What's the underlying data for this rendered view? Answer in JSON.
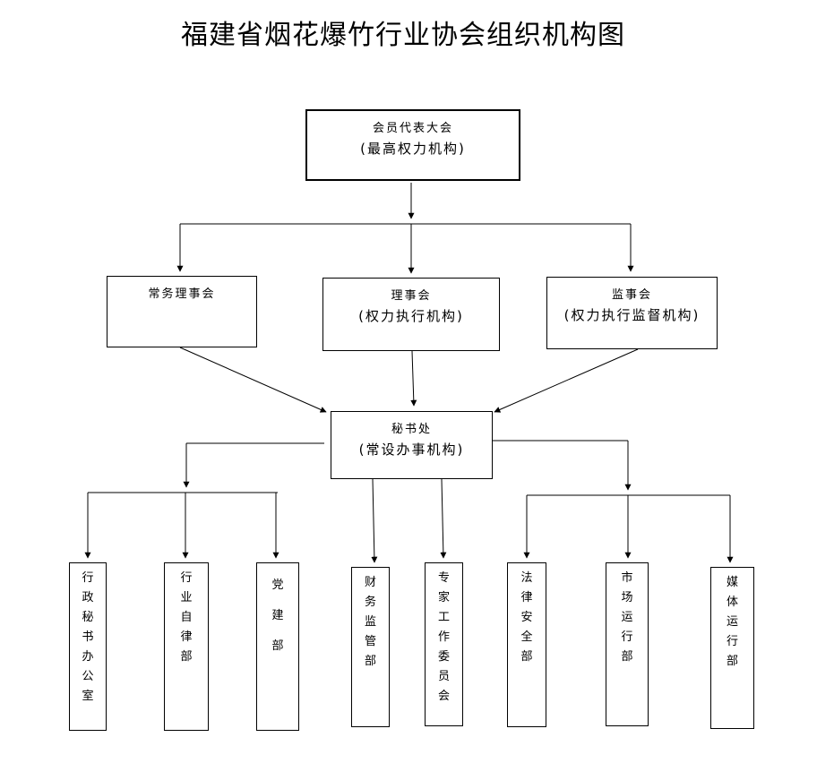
{
  "title": "福建省烟花爆竹行业协会组织机构图",
  "nodes": {
    "assembly": {
      "line1": "会员代表大会",
      "line2": "(最高权力机构)"
    },
    "standing": {
      "line1": "常务理事会"
    },
    "council": {
      "line1": "理事会",
      "line2": "(权力执行机构)"
    },
    "supervisors": {
      "line1": "监事会",
      "line2": "(权力执行监督机构)"
    },
    "secretariat": {
      "line1": "秘书处",
      "line2": "(常设办事机构)"
    },
    "departments": [
      "行政秘书办公室",
      "行业自律部",
      "党建部",
      "财务监管部",
      "专家工作委员会",
      "法律安全部",
      "市场运行部",
      "媒体运行部"
    ]
  }
}
